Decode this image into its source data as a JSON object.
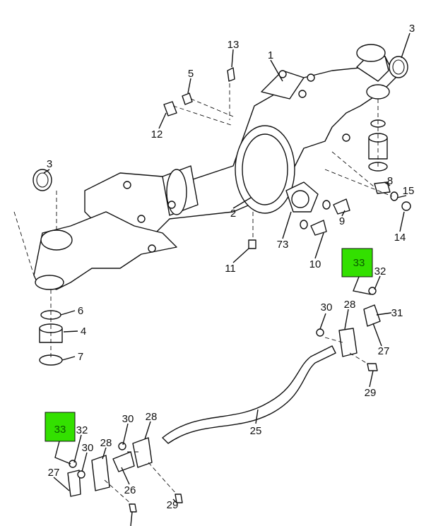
{
  "diagram": {
    "highlight_color": "#33e000",
    "callouts": {
      "c3a": "3",
      "c1": "1",
      "c13": "13",
      "c5": "5",
      "c12": "12",
      "c3b": "3",
      "c2": "2",
      "c8": "8",
      "c15": "15",
      "c9": "9",
      "c14": "14",
      "c73": "73",
      "c11": "11",
      "c10": "10",
      "c6": "6",
      "c4": "4",
      "c7": "7",
      "c33a": "33",
      "c32a": "32",
      "c30a": "30",
      "c28a": "28",
      "c31": "31",
      "c27a": "27",
      "c29a": "29",
      "c25": "25",
      "c33b": "33",
      "c32b": "32",
      "c30b": "30",
      "c28b": "28",
      "c30c": "30",
      "c28c": "28",
      "c27b": "27",
      "c26": "26",
      "c29b": "29"
    }
  }
}
